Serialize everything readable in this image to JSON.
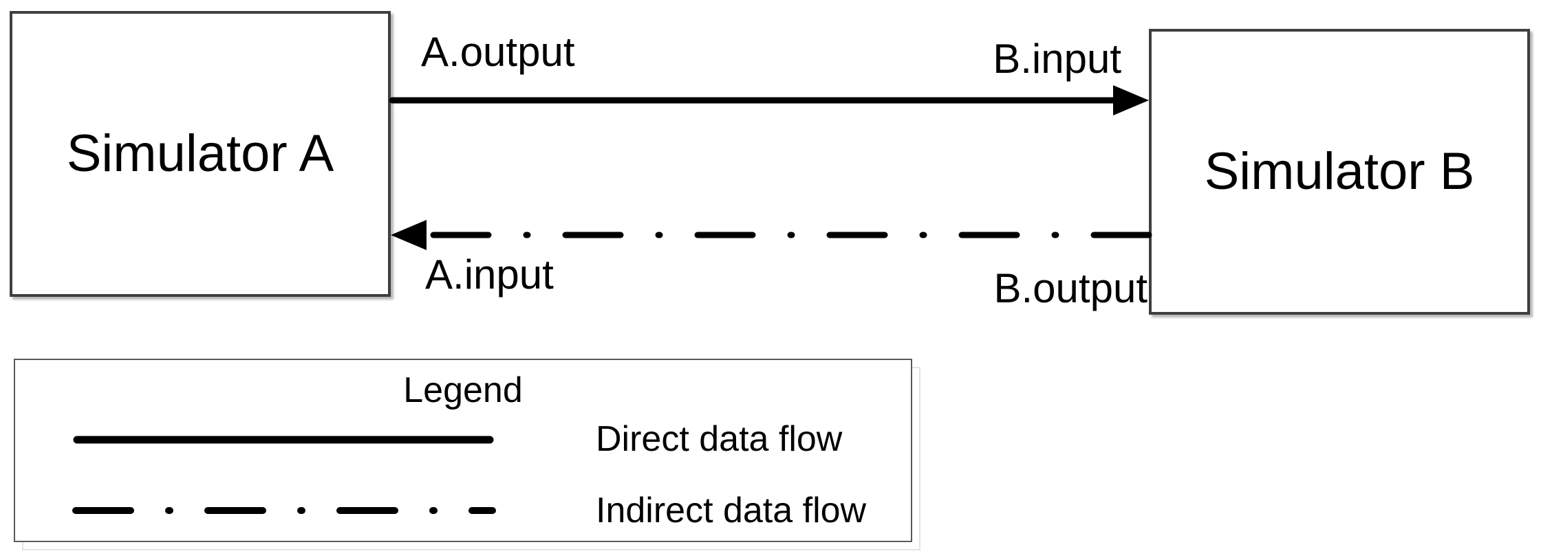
{
  "diagram": {
    "nodes": [
      {
        "id": "A",
        "label": "Simulator A"
      },
      {
        "id": "B",
        "label": "Simulator B"
      }
    ],
    "edges": [
      {
        "from": "A",
        "to": "B",
        "style": "solid",
        "source_label": "A.output",
        "target_label": "B.input",
        "meaning": "Direct data flow"
      },
      {
        "from": "B",
        "to": "A",
        "style": "dash-dot",
        "source_label": "B.output",
        "target_label": "A.input",
        "meaning": "Indirect data flow"
      }
    ]
  },
  "legend": {
    "title": "Legend",
    "items": [
      {
        "style": "solid",
        "label": "Direct data flow"
      },
      {
        "style": "dash-dot",
        "label": "Indirect data flow"
      }
    ]
  },
  "colors": {
    "line": "#000000",
    "text": "#000000",
    "node_border": "#3f3f3f",
    "legend_border": "#58595b",
    "legend_shadow_border": "#e3e3e3",
    "background": "#ffffff"
  }
}
